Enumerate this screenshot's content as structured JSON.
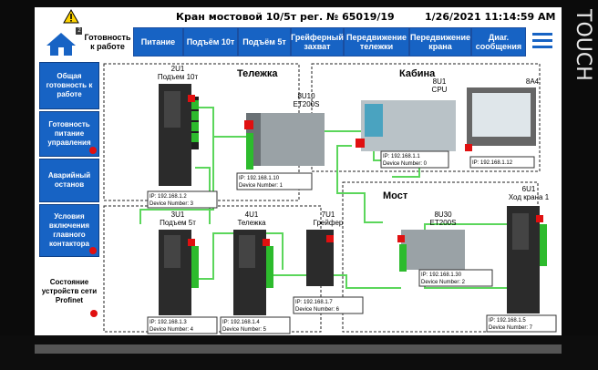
{
  "header": {
    "title": "Кран мостовой 10/5т  рег. № 65019/19",
    "datetime": "1/26/2021 11:14:59 AM",
    "badge_count": "2"
  },
  "tabs": [
    {
      "label": "Готовность к работе",
      "active": true
    },
    {
      "label": "Питание",
      "active": false
    },
    {
      "label": "Подъём 10т",
      "active": false
    },
    {
      "label": "Подъём 5т",
      "active": false
    },
    {
      "label": "Грейферный захват",
      "active": false
    },
    {
      "label": "Передвижение тележки",
      "active": false
    },
    {
      "label": "Передвижение крана",
      "active": false
    },
    {
      "label": "Диаг. сообщения",
      "active": false
    }
  ],
  "sidebar": {
    "items": [
      {
        "label": "Общая готовность к работе"
      },
      {
        "label": "Готовность питание управления"
      },
      {
        "label": "Аварийный останов"
      },
      {
        "label": "Условия включения главного контактора"
      },
      {
        "label": "Состояние устройств сети Profinet"
      }
    ]
  },
  "diagram": {
    "group_trolley": "Тележка",
    "group_cabin": "Кабина",
    "group_bridge": "Мост",
    "devices": [
      {
        "id": "2U1",
        "name": "Подъем 10т",
        "ip": "IP: 192.168.1.2",
        "dev": "Device Number: 3"
      },
      {
        "id": "8U10",
        "name": "ET200S",
        "ip": "IP: 192.168.1.10",
        "dev": "Device Number: 1"
      },
      {
        "id": "8U1",
        "name": "CPU",
        "ip": "IP: 192.168.1.1",
        "dev": "Device Number: 0"
      },
      {
        "id": "8A4",
        "name": "",
        "ip": "IP: 192.168.1.12",
        "dev": ""
      },
      {
        "id": "3U1",
        "name": "Подъем 5т",
        "ip": "IP: 192.168.1.3",
        "dev": "Device Number: 4"
      },
      {
        "id": "4U1",
        "name": "Тележка",
        "ip": "IP: 192.168.1.4",
        "dev": "Device Number: 5"
      },
      {
        "id": "7U1",
        "name": "Грейфер",
        "ip": "IP: 192.168.1.7",
        "dev": "Device Number: 6"
      },
      {
        "id": "8U30",
        "name": "ET200S",
        "ip": "IP: 192.168.1.30",
        "dev": "Device Number: 2"
      },
      {
        "id": "6U1",
        "name": "Ход крана 1",
        "ip": "IP: 192.168.1.5",
        "dev": "Device Number: 7"
      }
    ]
  },
  "side_label": "TOUCH",
  "colors": {
    "accent": "#1763c4",
    "status_ok": "#2dbb2d",
    "status_fault": "#e01010",
    "link": "#5bd65b"
  }
}
